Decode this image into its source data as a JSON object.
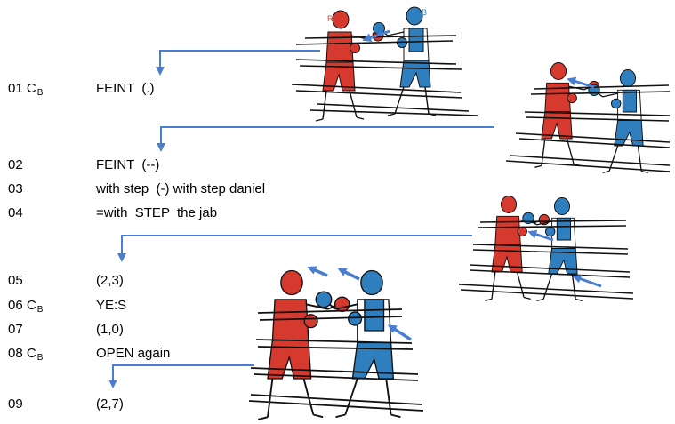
{
  "colors": {
    "red_boxer": "#d63a2f",
    "blue_boxer": "#2f7fbf",
    "arrow": "#4a7fcf",
    "ink": "#111111"
  },
  "corner_labels": {
    "red": "R",
    "blue": "B"
  },
  "transcript": [
    {
      "num": "01",
      "speaker": "C",
      "sub": "B",
      "text": "FEINT  (.)"
    },
    {
      "num": "02",
      "speaker": "",
      "sub": "",
      "text": "FEINT  (--)"
    },
    {
      "num": "03",
      "speaker": "",
      "sub": "",
      "text": "with step  (-) with step daniel"
    },
    {
      "num": "04",
      "speaker": "",
      "sub": "",
      "text": "=with  STEP  the jab"
    },
    {
      "num": "05",
      "speaker": "",
      "sub": "",
      "text": "(2,3)"
    },
    {
      "num": "06",
      "speaker": "C",
      "sub": "B",
      "text": "YE:S"
    },
    {
      "num": "07",
      "speaker": "",
      "sub": "",
      "text": "(1,0)"
    },
    {
      "num": "08",
      "speaker": "C",
      "sub": "B",
      "text": "OPEN again"
    },
    {
      "num": "09",
      "speaker": "",
      "sub": "",
      "text": "(2,7)"
    }
  ]
}
